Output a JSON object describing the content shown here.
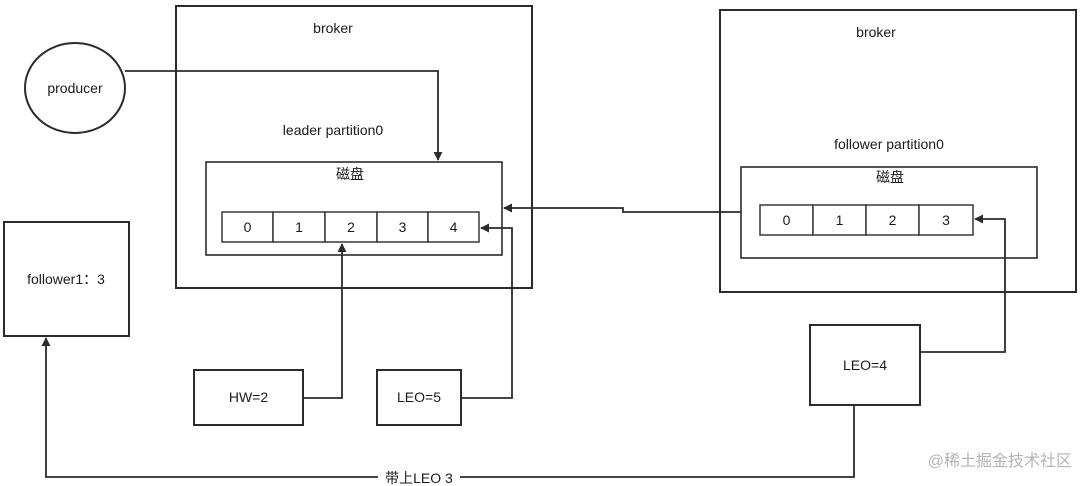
{
  "left_broker": {
    "title": "broker",
    "partition_label": "leader partition0",
    "disk_label": "磁盘",
    "cells": [
      "0",
      "1",
      "2",
      "3",
      "4"
    ]
  },
  "right_broker": {
    "title": "broker",
    "partition_label": "follower partition0",
    "disk_label": "磁盘",
    "cells": [
      "0",
      "1",
      "2",
      "3"
    ]
  },
  "producer": {
    "label": "producer"
  },
  "follower1": {
    "label": "follower1：3"
  },
  "hw": {
    "label": "HW=2"
  },
  "leo_leader": {
    "label": "LEO=5"
  },
  "leo_follower": {
    "label": "LEO=4"
  },
  "fetch_note": {
    "label": "带上LEO 3"
  },
  "watermark": {
    "label": "@稀土掘金技术社区"
  },
  "colors": {
    "stroke": "#2b2b2b",
    "watermark": "#b4b4b4"
  }
}
